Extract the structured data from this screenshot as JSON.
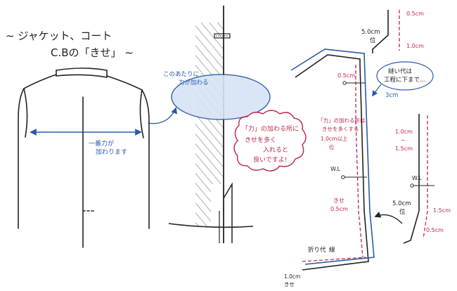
{
  "colors": {
    "ink": "#222222",
    "red": "#c0264a",
    "blue": "#2a5aa8",
    "hatch": "#9a9a9a",
    "bubble_fill": "#d6e4f5"
  },
  "title": {
    "line1": "~ ジャケット、コート",
    "line2": "C.Bの「きせ」 ~"
  },
  "left_figure": {
    "arrow_note_line1": "一番力が",
    "arrow_note_line2": "加わります"
  },
  "middle_figure": {
    "bubble_note_line1": "このあたりに",
    "bubble_note_line2": "力が加わる",
    "cloud_note_line1": "「力」の加わる所に",
    "cloud_note_line2": "きせを多く",
    "cloud_note_line3": "入れると",
    "cloud_note_line4": "良いですよ!"
  },
  "right_figure": {
    "label_top_allow": "5.0cm",
    "label_top_allow_sub": "位",
    "label_top_right": "0.5cm",
    "label_top_right_step": "1.0cm",
    "label_left_top": "0.5cm",
    "label_red_note_line1": "「力」の加わる所は",
    "label_red_note_line2": "きせを多くする",
    "label_red_1cm": "1.0cm以上",
    "label_red_1cm_sub": "位",
    "label_blue_note_line1": "縫い代は",
    "label_blue_note_line2": "工程に下まで…",
    "label_blue_3cm": "3cm",
    "label_waist_mid": "W.L",
    "label_waist_right": "W.L",
    "label_bottom_left_allow": "0.5cm",
    "label_bottom_left_allow_b": "きせ",
    "label_right_range_a": "1.0cm",
    "label_right_range_b": "1.5cm",
    "label_right_range_mid": "~",
    "label_right_allow": "5.0cm",
    "label_right_allow_sub": "位",
    "label_right_15": "1.5cm",
    "label_right_05": "0.5cm",
    "label_hem_fold": "折り代",
    "label_hem_fold_b": "線",
    "label_hem_allow": "1.0cm",
    "label_hem_allow_sub": "きせ"
  }
}
